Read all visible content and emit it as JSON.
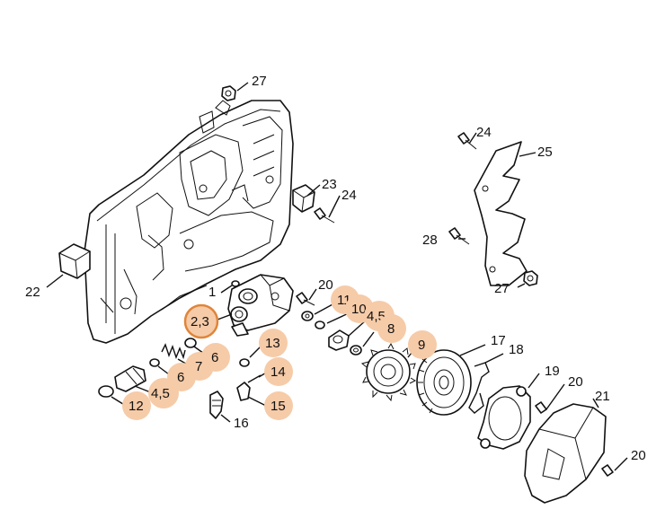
{
  "callouts": [
    {
      "id": "c27a",
      "text": "27",
      "highlighted": false
    },
    {
      "id": "c24a",
      "text": "24",
      "highlighted": false
    },
    {
      "id": "c25",
      "text": "25",
      "highlighted": false
    },
    {
      "id": "c23",
      "text": "23",
      "highlighted": false
    },
    {
      "id": "c24b",
      "text": "24",
      "highlighted": false
    },
    {
      "id": "c28",
      "text": "28",
      "highlighted": false
    },
    {
      "id": "c27b",
      "text": "27",
      "highlighted": false
    },
    {
      "id": "c22",
      "text": "22",
      "highlighted": false
    },
    {
      "id": "c1",
      "text": "1",
      "highlighted": false
    },
    {
      "id": "c20a",
      "text": "20",
      "highlighted": false
    },
    {
      "id": "c11",
      "text": "11",
      "highlighted": true
    },
    {
      "id": "c10",
      "text": "10",
      "highlighted": true
    },
    {
      "id": "c45a",
      "text": "4,5",
      "highlighted": true
    },
    {
      "id": "c23b",
      "text": "2,3",
      "highlighted": true,
      "ring": true
    },
    {
      "id": "c8",
      "text": "8",
      "highlighted": true
    },
    {
      "id": "c6a",
      "text": "6",
      "highlighted": true
    },
    {
      "id": "c13",
      "text": "13",
      "highlighted": true
    },
    {
      "id": "c9",
      "text": "9",
      "highlighted": true
    },
    {
      "id": "c17",
      "text": "17",
      "highlighted": false
    },
    {
      "id": "c18",
      "text": "18",
      "highlighted": false
    },
    {
      "id": "c7",
      "text": "7",
      "highlighted": true
    },
    {
      "id": "c6b",
      "text": "6",
      "highlighted": true
    },
    {
      "id": "c14",
      "text": "14",
      "highlighted": true
    },
    {
      "id": "c45b",
      "text": "4,5",
      "highlighted": true
    },
    {
      "id": "c12",
      "text": "12",
      "highlighted": true
    },
    {
      "id": "c15",
      "text": "15",
      "highlighted": true
    },
    {
      "id": "c16",
      "text": "16",
      "highlighted": false
    },
    {
      "id": "c19",
      "text": "19",
      "highlighted": false
    },
    {
      "id": "c20b",
      "text": "20",
      "highlighted": false
    },
    {
      "id": "c21",
      "text": "21",
      "highlighted": false
    },
    {
      "id": "c20c",
      "text": "20",
      "highlighted": false
    }
  ],
  "colors": {
    "highlight_fill": "#f6cba8",
    "ring_stroke": "#e0853a",
    "line": "#111111",
    "background": "#ffffff"
  }
}
